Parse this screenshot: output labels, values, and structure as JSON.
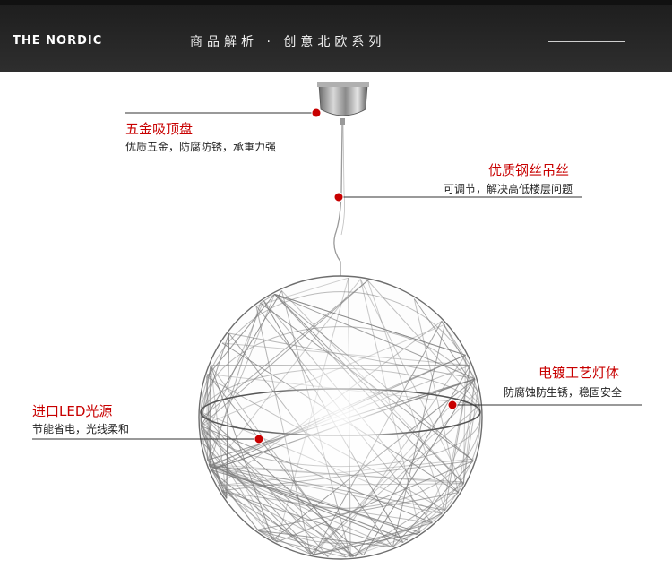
{
  "banner": {
    "brand": "THE NORDIC",
    "subtitle": "商品解析 · 创意北欧系列"
  },
  "annotations": [
    {
      "id": "ceiling-plate",
      "title": "五金吸顶盘",
      "desc": "优质五金，防腐防锈，承重力强"
    },
    {
      "id": "steel-wire",
      "title": "优质钢丝吊丝",
      "desc": "可调节，解决高低楼层问题"
    },
    {
      "id": "plated-body",
      "title": "电镀工艺灯体",
      "desc": "防腐蚀防生锈，稳固安全"
    },
    {
      "id": "led-source",
      "title": "进口LED光源",
      "desc": "节能省电，光线柔和"
    }
  ],
  "colors": {
    "banner": "#262626",
    "accent": "#c80000",
    "text": "#222222"
  }
}
